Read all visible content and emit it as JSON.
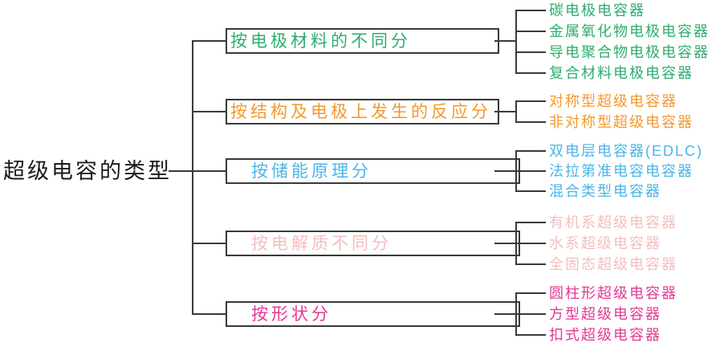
{
  "title": "超级电容的类型",
  "colors": {
    "line": "#3a3a3a",
    "root_text": "#1b1b1b",
    "background": "#ffffff",
    "green": "#2ead6e",
    "orange": "#f2992e",
    "blue": "#4ab5e6",
    "pale_pink": "#f4bebe",
    "magenta": "#e23a92"
  },
  "groups": [
    {
      "label": "按电极材料的不同分",
      "color": "#2ead6e",
      "leaves": [
        "碳电极电容器",
        "金属氧化物电极电容器",
        "导电聚合物电极电容器",
        "复合材料电极电容器"
      ]
    },
    {
      "label": "按结构及电极上发生的反应分",
      "color": "#f2992e",
      "leaves": [
        "对称型超级电容器",
        "非对称型超级电容器"
      ]
    },
    {
      "label": "按储能原理分",
      "color": "#4ab5e6",
      "leaves": [
        "双电层电容器(EDLC)",
        "法拉第准电容电容器",
        "混合类型电容器"
      ]
    },
    {
      "label": "按电解质不同分",
      "color": "#f4bebe",
      "leaves": [
        "有机系超级电容器",
        "水系超级电容器",
        "全固态超级电容器"
      ]
    },
    {
      "label": "按形状分",
      "color": "#e23a92",
      "leaves": [
        "圆柱形超级电容器",
        "方型超级电容器",
        "扣式超级电容器"
      ]
    }
  ]
}
